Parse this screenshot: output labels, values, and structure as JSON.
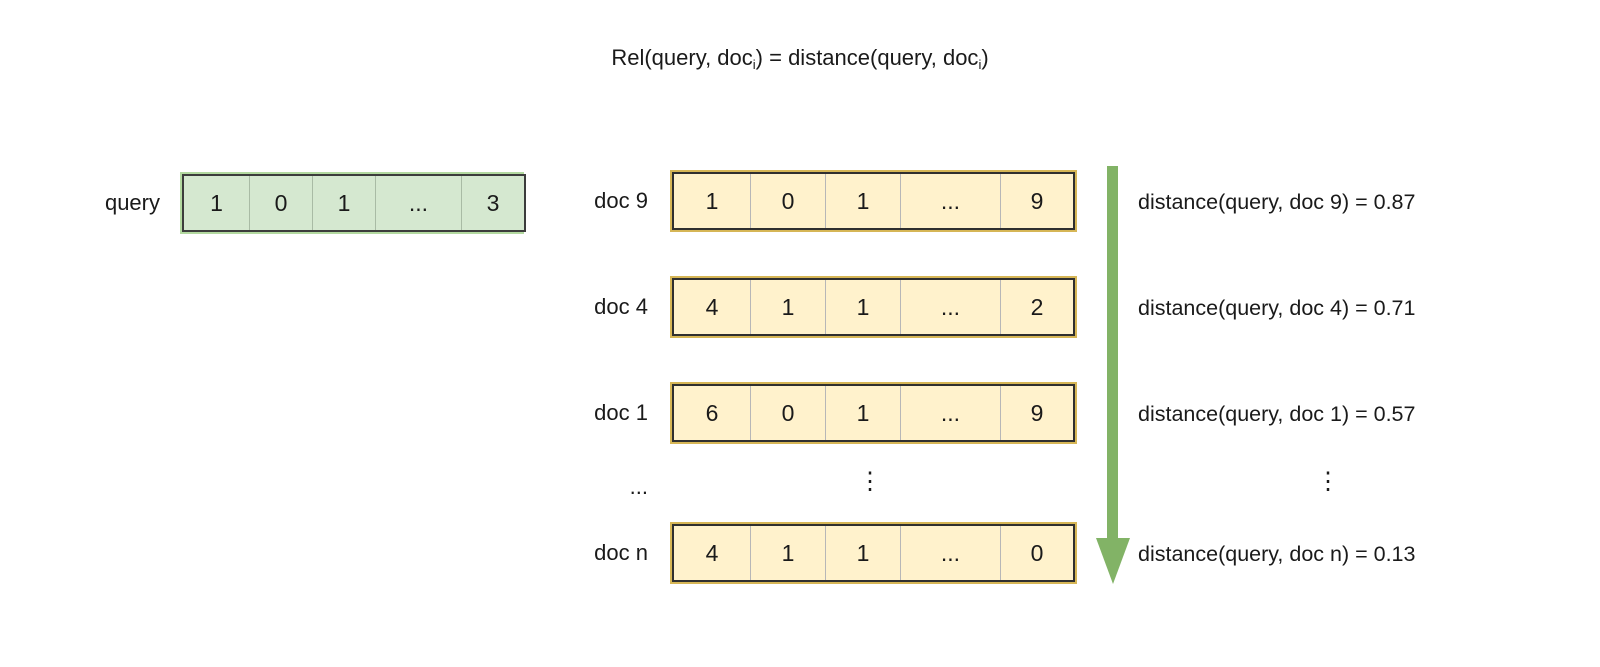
{
  "title": {
    "prefix": "Rel(query, doc",
    "sub1": "i",
    "middle": ") = distance(query, doc",
    "sub2": "i",
    "suffix": ")",
    "full_text": "Rel(query, doc_i) = distance(query, doc_i)"
  },
  "query": {
    "label": "query",
    "cells": [
      "1",
      "0",
      "1",
      "...",
      "3"
    ],
    "fill_color": "#d5e8d0",
    "border_color": "#3c3c3c",
    "outer_color": "#b3d9a0"
  },
  "docs": [
    {
      "label": "doc 9",
      "cells": [
        "1",
        "0",
        "1",
        "...",
        "9"
      ],
      "distance_text": "distance(query, doc 9) = 0.87",
      "distance_value": "0.87"
    },
    {
      "label": "doc 4",
      "cells": [
        "4",
        "1",
        "1",
        "...",
        "2"
      ],
      "distance_text": "distance(query, doc 4) = 0.71",
      "distance_value": "0.71"
    },
    {
      "label": "doc 1",
      "cells": [
        "6",
        "0",
        "1",
        "...",
        "9"
      ],
      "distance_text": "distance(query, doc 1) = 0.57",
      "distance_value": "0.57"
    },
    {
      "label": "doc n",
      "cells": [
        "4",
        "1",
        "1",
        "...",
        "0"
      ],
      "distance_text": "distance(query, doc n) = 0.13",
      "distance_value": "0.13"
    }
  ],
  "ellipsis": {
    "row_label": "...",
    "vector_dots": "⋮",
    "distance_dots": "⋮"
  },
  "doc_style": {
    "fill_color": "#fff2cc",
    "border_color": "#2f2f2f",
    "outer_color": "#d6b656"
  },
  "arrow": {
    "name": "ranking-arrow",
    "color": "#82b366",
    "direction": "down"
  }
}
